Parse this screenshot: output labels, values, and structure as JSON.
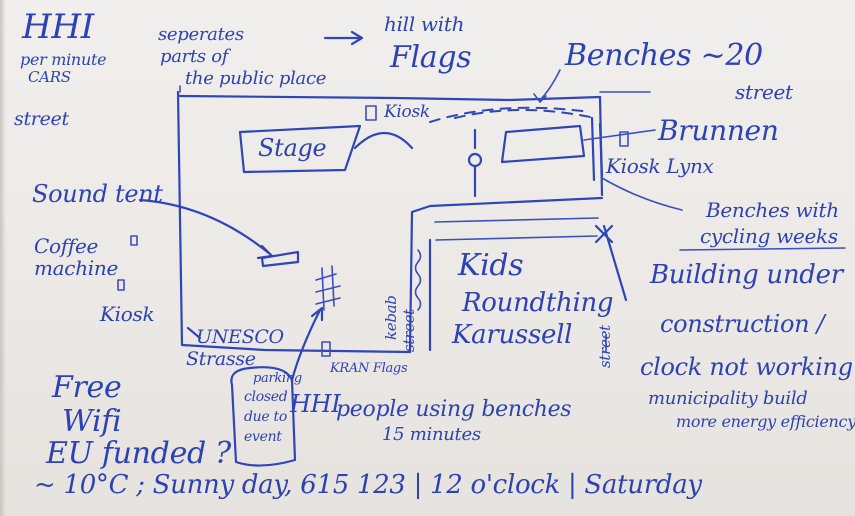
{
  "ink_color": "#2f45b8",
  "paper_color": "#ece9e6",
  "notes": {
    "tally_top": "HHI",
    "per_minute": "per minute",
    "cars": "CARS",
    "street_left": "street",
    "separates": "seperates",
    "parts_of": "parts of",
    "the_public_place": "the public place",
    "hill_with": "hill with",
    "flags": "Flags",
    "benches_20": "Benches ~20",
    "street_top_right": "street",
    "kiosk_top": "Kiosk",
    "brunnen": "Brunnen",
    "kiosk_lynx": "Kiosk Lynx",
    "stage": "Stage",
    "sound_tent": "Sound tent",
    "coffee": "Coffee",
    "machine": "machine",
    "kiosk_left": "Kiosk",
    "benches_with": "Benches with",
    "cycling_weeks": "cycling weeks",
    "kids": "Kids",
    "round_thing": "Roundthing",
    "karussell": "Karussell",
    "building_under": "Building under",
    "construction": "construction /",
    "clock_not_working": "clock not working",
    "municipality": "municipality build",
    "energy": "more energy efficiency",
    "unesco": "UNESCO",
    "strasse": "Strasse",
    "kebab": "kebab",
    "street_vertical": "street",
    "street_right_vertical": "street",
    "parking": "parking",
    "closed": "closed",
    "due_to": "due to",
    "event": "event",
    "kran_flags": "KRAN Flags",
    "free": "Free",
    "wifi": "Wifi",
    "eu_funded": "EU funded ?",
    "tally_bottom": "HHI",
    "people_using_benches": "people using benches",
    "fifteen_minutes": "15 minutes",
    "bottom_line": "~ 10°C ; Sunny day, 615 123 | 12 o'clock | Saturday"
  }
}
